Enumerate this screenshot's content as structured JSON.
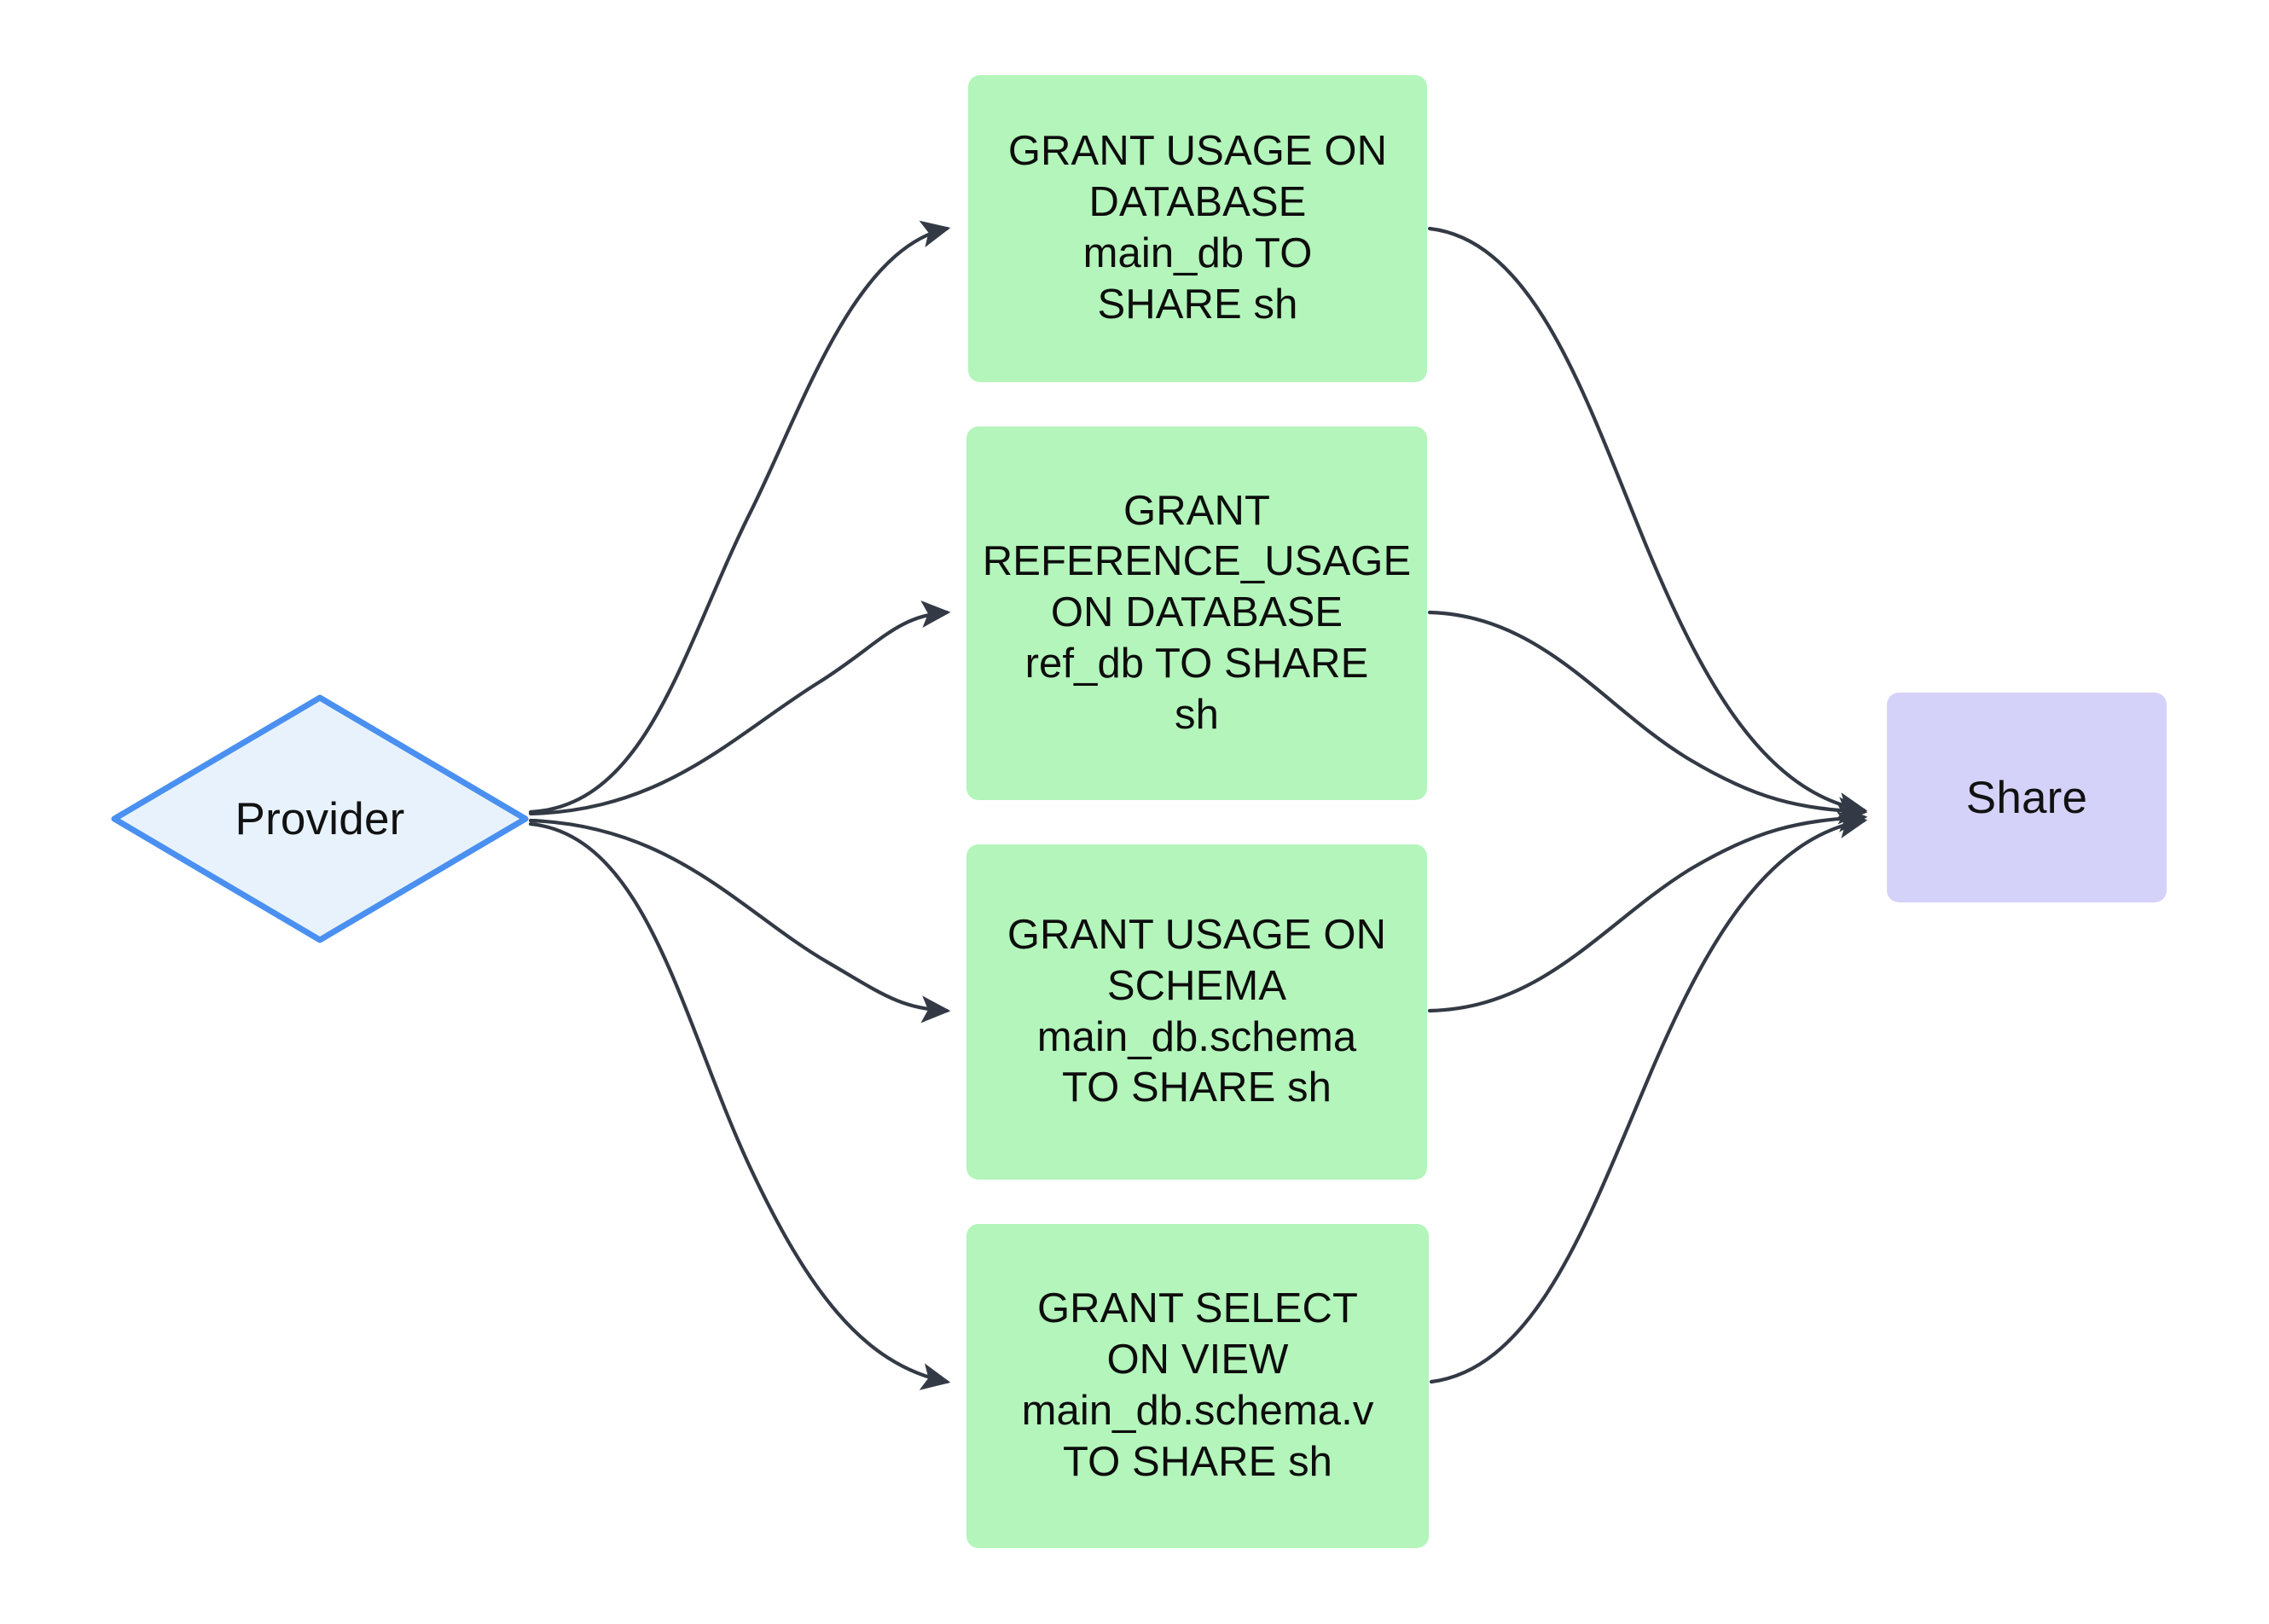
{
  "diagram": {
    "type": "flowchart",
    "direction": "left-to-right",
    "background": "#ffffff",
    "edge_color": "#333a45",
    "nodes": {
      "provider": {
        "label": "Provider",
        "shape": "diamond",
        "fill": "#e8f2fd",
        "stroke": "#4a90f0"
      },
      "share": {
        "label": "Share",
        "shape": "rounded-rect",
        "fill": "#d5d2fa",
        "stroke": "none"
      },
      "grants": [
        {
          "id": "grant-usage-database",
          "label": "GRANT USAGE ON\nDATABASE\nmain_db TO\nSHARE sh",
          "fill": "#b3f5ba",
          "shape": "rounded-rect"
        },
        {
          "id": "grant-reference-usage-database",
          "label": "GRANT\nREFERENCE_USAGE\nON DATABASE\nref_db TO SHARE\nsh",
          "fill": "#b3f5ba",
          "shape": "rounded-rect"
        },
        {
          "id": "grant-usage-schema",
          "label": "GRANT USAGE ON\nSCHEMA\nmain_db.schema\nTO SHARE sh",
          "fill": "#b3f5ba",
          "shape": "rounded-rect"
        },
        {
          "id": "grant-select-view",
          "label": "GRANT SELECT\nON VIEW\nmain_db.schema.v\nTO SHARE sh",
          "fill": "#b3f5ba",
          "shape": "rounded-rect"
        }
      ]
    },
    "edges": [
      {
        "from": "provider",
        "to": "grant-usage-database",
        "arrow": "end"
      },
      {
        "from": "provider",
        "to": "grant-reference-usage-database",
        "arrow": "end"
      },
      {
        "from": "provider",
        "to": "grant-usage-schema",
        "arrow": "end"
      },
      {
        "from": "provider",
        "to": "grant-select-view",
        "arrow": "end"
      },
      {
        "from": "grant-usage-database",
        "to": "share",
        "arrow": "end"
      },
      {
        "from": "grant-reference-usage-database",
        "to": "share",
        "arrow": "end"
      },
      {
        "from": "grant-usage-schema",
        "to": "share",
        "arrow": "end"
      },
      {
        "from": "grant-select-view",
        "to": "share",
        "arrow": "end"
      }
    ]
  }
}
